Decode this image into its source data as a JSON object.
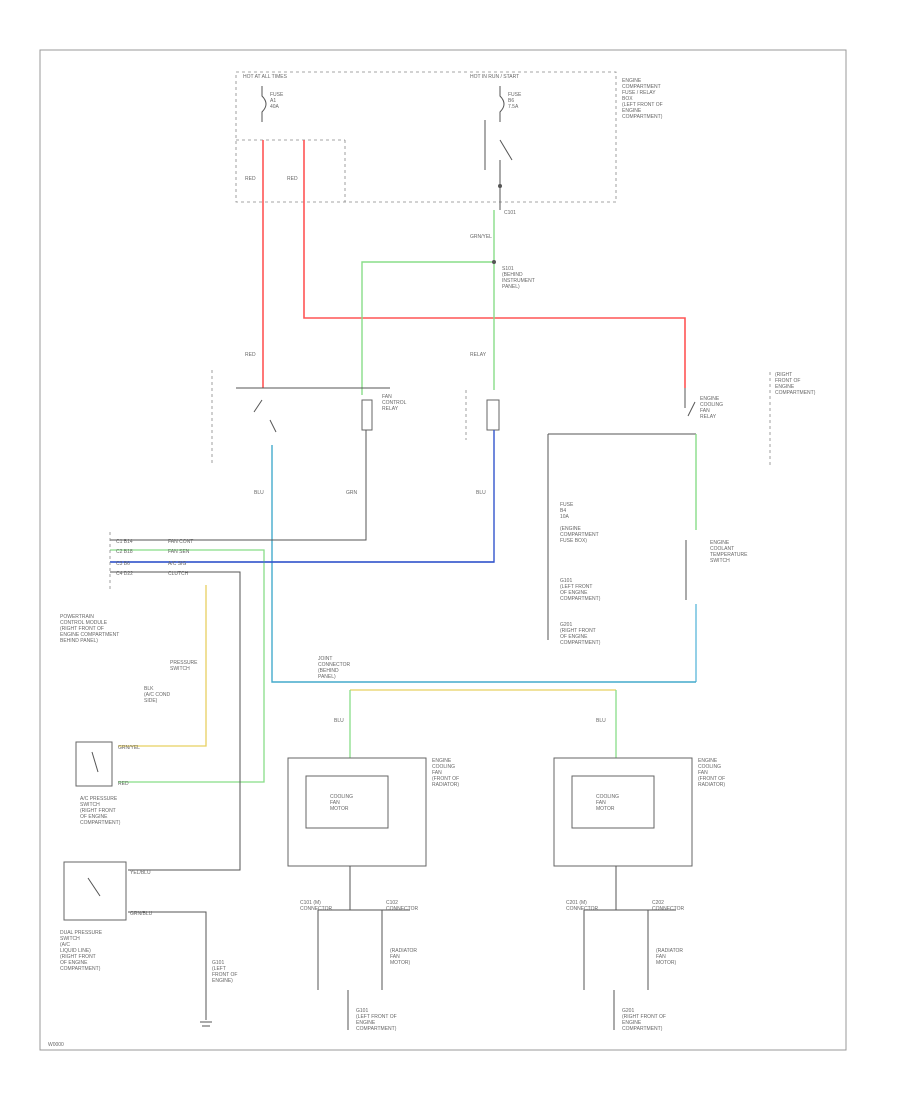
{
  "diagram": {
    "title_left": "HOT AT ALL TIMES",
    "title_right": "HOT IN RUN / START",
    "fuse_box_top": [
      "ENGINE",
      "COMPARTMENT",
      "FUSE / RELAY",
      "BOX",
      "(LEFT FRONT OF",
      "ENGINE",
      "COMPARTMENT)"
    ],
    "fuse_left": [
      "FUSE",
      "A1",
      "40A"
    ],
    "fuse_right": [
      "FUSE",
      "B6",
      "7.5A"
    ],
    "wire_red_a": "RED",
    "wire_red_b": "RED",
    "connector_c101": "C101",
    "splice_label": [
      "S101",
      "(BEHIND",
      "INSTRUMENT",
      "PANEL)"
    ],
    "wire_grn_yel": "GRN/YEL",
    "wire_red_a2": "RED",
    "relay_left": [
      "FAN",
      "CONTROL",
      "RELAY"
    ],
    "relay_center": [
      "RELAY"
    ],
    "relay_right": [
      "ENGINE",
      "COOLING",
      "FAN",
      "RELAY"
    ],
    "relay_right_loc": [
      "(RIGHT",
      "FRONT OF",
      "ENGINE",
      "COMPARTMENT)"
    ],
    "wire_blu": "BLU",
    "wire_grn": "GRN",
    "wire_blu2": "BLU",
    "pcm_pins": [
      "C1 B14",
      "C2 B18",
      "C3 B6",
      "C4 D22"
    ],
    "pcm_pin_labels": [
      "FAN CONT",
      "FAN SEN",
      "A/C SIG",
      "CLUTCH"
    ],
    "pcm_label": [
      "POWERTRAIN",
      "CONTROL MODULE",
      "(RIGHT FRONT OF",
      "ENGINE COMPARTMENT",
      "BEHIND PANEL)"
    ],
    "fuse_mid": [
      "FUSE",
      "B4",
      "10A"
    ],
    "fuse_mid_loc": [
      "(ENGINE",
      "COMPARTMENT",
      "FUSE BOX)"
    ],
    "ground_mid1": [
      "G101",
      "(LEFT FRONT",
      "OF ENGINE",
      "COMPARTMENT)"
    ],
    "ground_mid2": [
      "G201",
      "(RIGHT FRONT",
      "OF ENGINE",
      "COMPARTMENT)"
    ],
    "sensor_right": [
      "ENGINE",
      "COOLANT",
      "TEMPERATURE",
      "SWITCH"
    ],
    "sensor_left": [
      "PRESSURE",
      "SWITCH"
    ],
    "sensor_left_wire": [
      "BLK",
      "(A/C COND",
      "SIDE)"
    ],
    "connector_mid": [
      "JOINT",
      "CONNECTOR",
      "(BEHIND",
      "PANEL)"
    ],
    "wire_mid_label": "BLU",
    "motor_left": [
      "COOLING",
      "FAN",
      "MOTOR"
    ],
    "motor_right": [
      "COOLING",
      "FAN",
      "MOTOR"
    ],
    "motor_label": [
      "(RADIATOR",
      "FAN",
      "MOTOR)"
    ],
    "motor_left_loc": [
      "ENGINE",
      "COOLING",
      "FAN",
      "(FRONT OF",
      "RADIATOR)"
    ],
    "motor_right_loc": [
      "ENGINE",
      "COOLING",
      "FAN",
      "(FRONT OF",
      "RADIATOR)"
    ],
    "pressure_switch": [
      "A/C PRESSURE",
      "SWITCH",
      "(RIGHT FRONT",
      "OF ENGINE",
      "COMPARTMENT)"
    ],
    "pressure_pins": [
      "GRN/YEL",
      "RED"
    ],
    "dual_switch": [
      "DUAL PRESSURE",
      "SWITCH",
      "(A/C",
      "LIQUID LINE)",
      "(RIGHT FRONT",
      "OF ENGINE",
      "COMPARTMENT)"
    ],
    "dual_pins": [
      "YEL/BLU",
      "GRN/BLU"
    ],
    "ground_bottom_left": [
      "G101",
      "(LEFT",
      "FRONT OF",
      "ENGINE)"
    ],
    "ground_bottom_mid": [
      "G101",
      "(LEFT FRONT OF",
      "ENGINE",
      "COMPARTMENT)"
    ],
    "ground_bottom_right": [
      "G201",
      "(RIGHT FRONT OF",
      "ENGINE",
      "COMPARTMENT)"
    ],
    "conn_left": [
      "C101 (M)",
      "CONNECTOR"
    ],
    "conn_left2": [
      "C102",
      "CONNECTOR"
    ],
    "conn_right": [
      "C201 (M)",
      "CONNECTOR"
    ],
    "conn_right2": [
      "C202",
      "CONNECTOR"
    ],
    "footer_code": "W0000",
    "colors": {
      "red": "#ff5555",
      "green": "#66dd66",
      "blue": "#3355cc",
      "yellow": "#e8d060",
      "teal": "#44aacc",
      "line": "#555555"
    }
  }
}
